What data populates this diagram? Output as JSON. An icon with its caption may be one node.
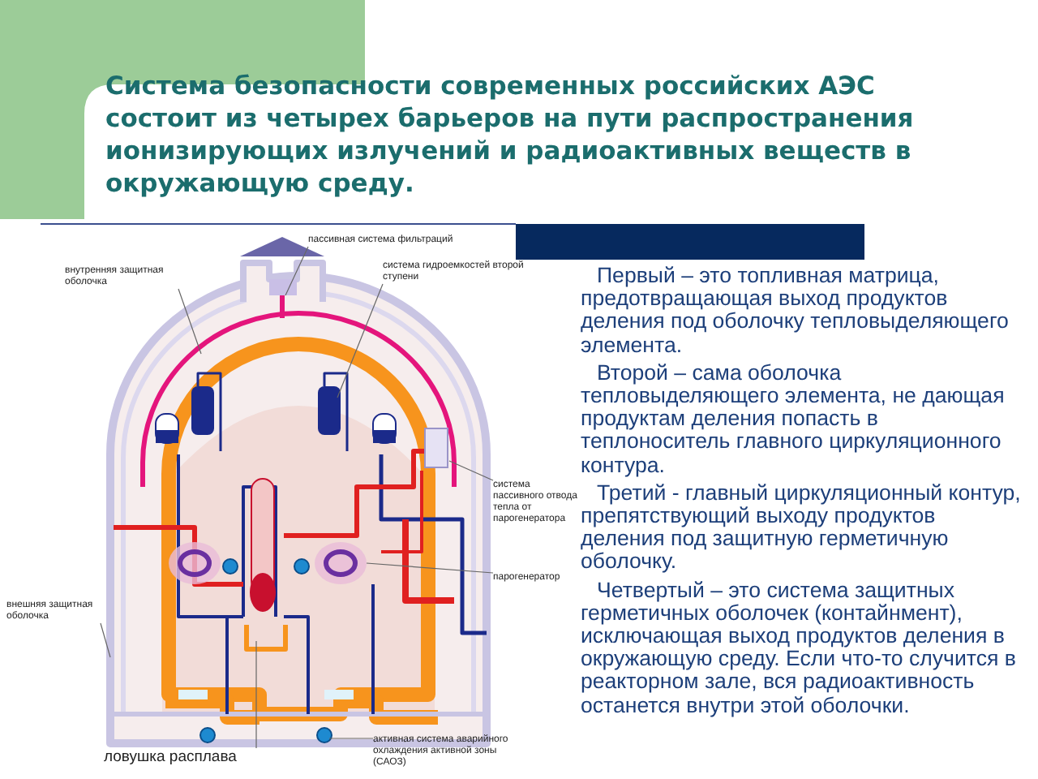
{
  "diagram": {
    "title": "Система безопасности современных российских АЭС состоит из четырех барьеров на пути распространения ионизирующих излучений и радиоактивных веществ в окружающую среду.",
    "nodes": [
      {
        "text": [
          "пассивная система фильтраций"
        ]
      },
      {
        "text": [
          "система гидроемкостей второй ступени"
        ]
      },
      {
        "text": [
          "внутренняя защитная оболочка"
        ]
      },
      {
        "text": [
          "система пассивного отвода тепла от парогенератора"
        ]
      },
      {
        "text": [
          "парогенератор"
        ]
      },
      {
        "text": [
          "внешняя защитная оболочка"
        ]
      },
      {
        "text": [
          "ловушка расплава"
        ]
      },
      {
        "text": [
          "активная система аварийного охлаждения активной зоны (САОЗ)"
        ]
      }
    ],
    "edges": [
      {
        "from": 0,
        "to": null,
        "arrow": "none"
      },
      {
        "from": 1,
        "to": null,
        "arrow": "none"
      },
      {
        "from": 2,
        "to": null,
        "arrow": "none"
      },
      {
        "from": 3,
        "to": null,
        "arrow": "none"
      },
      {
        "from": 4,
        "to": null,
        "arrow": "none"
      },
      {
        "from": 5,
        "to": null,
        "arrow": "none"
      },
      {
        "from": 6,
        "to": null,
        "arrow": "none"
      },
      {
        "from": 7,
        "to": null,
        "arrow": "none"
      }
    ],
    "labels": [
      "Первый – это топливная матрица, предотвращающая выход продуктов деления под оболочку тепловыделяющего элемента.",
      "Второй – сама оболочка тепловыделяющего элемента, не дающая продуктам деления попасть в теплоноситель главного циркуляционного контура.",
      "Третий - главный циркуляционный контур, препятствующий выходу продуктов деления под защитную герметичную оболочку.",
      "Четвертый – это система защитных герметичных оболочек (контайнмент), исключающая выход продуктов деления в окружающую среду. Если что-то случится в реакторном зале, вся радиоактивность останется внутри этой оболочки."
    ]
  }
}
